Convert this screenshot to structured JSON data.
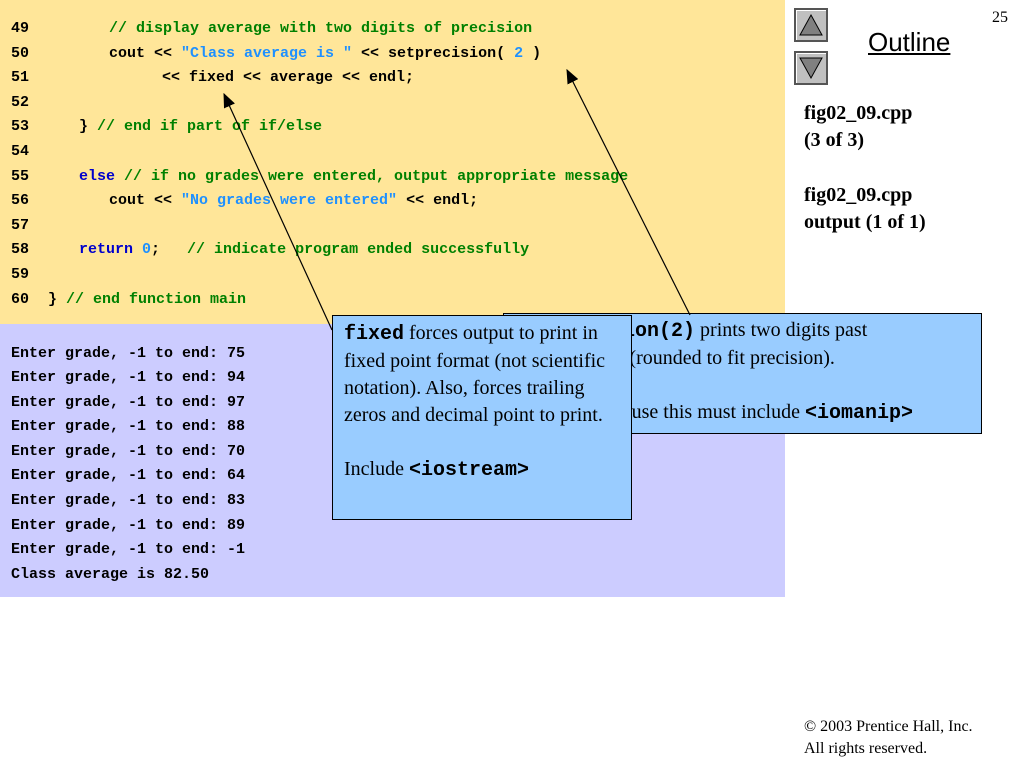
{
  "slide": {
    "number": "25",
    "outline_title": "Outline",
    "fig_labels": [
      "fig02_09.cpp\n(3 of 3)",
      "fig02_09.cpp\noutput (1 of 1)"
    ],
    "copyright_line1": "© 2003 Prentice Hall, Inc.",
    "copyright_line2": "All rights reserved."
  },
  "code": {
    "line_numbers": [
      "49",
      "50",
      "51",
      "52",
      "53",
      "54",
      "55",
      "56",
      "57",
      "58",
      "59",
      "60"
    ],
    "l49_comment": "// display average with two digits of precision",
    "l50_cout": "cout << ",
    "l50_string": "\"Class average is \"",
    "l50_mid": " << setprecision( ",
    "l50_num": "2",
    "l50_end": " )",
    "l51_text": "<< fixed << average << endl;",
    "l53_brace": "} ",
    "l53_comment": "// end if part of if/else",
    "l55_else": "else",
    "l55_comment": " // if no grades were entered, output appropriate message",
    "l56_cout": "cout << ",
    "l56_string": "\"No grades were entered\"",
    "l56_end": " << endl;",
    "l58_return": "return",
    "l58_num": " 0",
    "l58_semi": ";",
    "l58_comment": "   // indicate program ended successfully",
    "l60_brace": "} ",
    "l60_comment": "// end function main"
  },
  "output": {
    "lines": [
      "Enter grade, -1 to end: 75",
      "Enter grade, -1 to end: 94",
      "Enter grade, -1 to end: 97",
      "Enter grade, -1 to end: 88",
      "Enter grade, -1 to end: 70",
      "Enter grade, -1 to end: 64",
      "Enter grade, -1 to end: 83",
      "Enter grade, -1 to end: 89",
      "Enter grade, -1 to end: -1",
      "Class average is 82.50"
    ]
  },
  "callouts": {
    "setprecision": {
      "code": "setprecision(2)",
      "line1_rest": " prints two digits past",
      "line2": "decimal point (rounded to fit precision).",
      "line3": "Programs that use this must include ",
      "include": "<iomanip>"
    },
    "fixed": {
      "code": "fixed",
      "text": " forces output to print in fixed point format (not scientific notation). Also, forces trailing zeros and decimal point to print.",
      "include_label": "Include ",
      "include": "<iostream>"
    }
  },
  "colors": {
    "code_bg": "#ffe699",
    "output_bg": "#ccccff",
    "callout_bg": "#99ccff",
    "keyword": "#0000cc",
    "comment": "#008000",
    "string": "#1e90ff"
  },
  "icons": [
    "up-arrow-icon",
    "down-arrow-icon"
  ]
}
